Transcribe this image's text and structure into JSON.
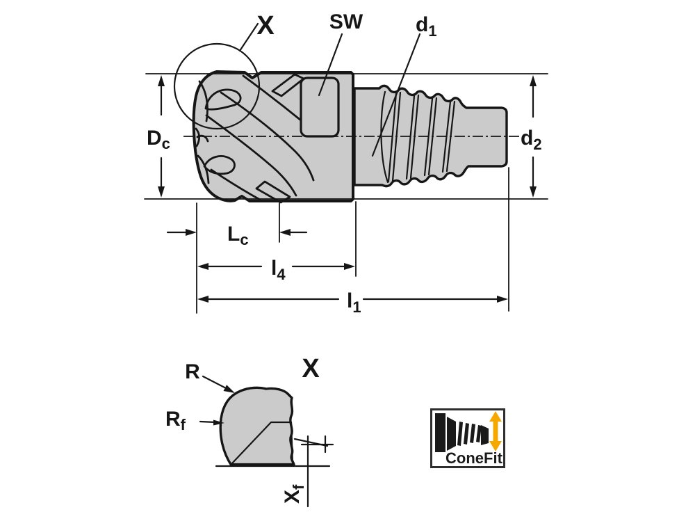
{
  "colors": {
    "line": "#161616",
    "fill_gray": "#cbcbcb",
    "accent_yellow": "#F5A800",
    "background": "#ffffff",
    "logo_border": "#2e2e2e"
  },
  "main_view": {
    "detail_callout_label": "X",
    "labels": {
      "wrench_flat": "SW",
      "neck_diameter_base": "d",
      "neck_diameter_sub": "1",
      "shank_diameter_base": "d",
      "shank_diameter_sub": "2",
      "cutting_diameter_base": "D",
      "cutting_diameter_sub": "c",
      "cutting_length_base": "L",
      "cutting_length_sub": "c",
      "flute_length_base": "l",
      "flute_length_sub": "4",
      "overall_length_base": "l",
      "overall_length_sub": "1"
    }
  },
  "detail_view": {
    "title": "X",
    "labels": {
      "profile_radius": "R",
      "face_radius_base": "R",
      "face_radius_sub": "f",
      "tip_offset_base": "X",
      "tip_offset_sub": "f"
    }
  },
  "logo": {
    "text": "ConeFit",
    "icon": "threaded-cone-icon",
    "arrow_icon": "double-vertical-arrow-icon"
  }
}
